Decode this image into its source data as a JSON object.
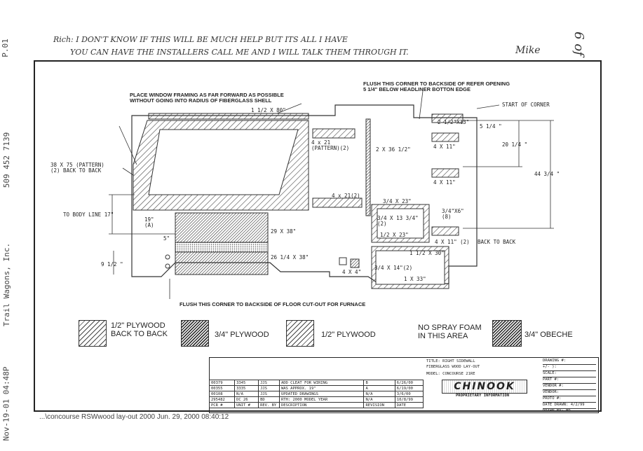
{
  "fax_header": {
    "page": "P.01",
    "phone": "509 452 7139",
    "company": "Trail Wagons, Inc.",
    "date": "Nov-19-01 04:48P"
  },
  "note": {
    "line1": "Rich: I DON'T KNOW IF THIS WILL BE MUCH HELP BUT ITS ALL I HAVE",
    "line2": "YOU CAN HAVE THE INSTALLERS CALL ME AND I WILL TALK THEM THROUGH IT.",
    "signature": "Mike",
    "page_mark": "6 of"
  },
  "drawing": {
    "callouts": {
      "window": "PLACE WINDOW FRAMING AS FAR FORWARD AS POSSIBLE\nWITHOUT GOING INTO RADIUS OF FIBERGLASS SHELL",
      "flush_top": "FLUSH THIS CORNER TO BACKSIDE OF REFER OPENING\n5 1/4\" BELOW HEADLINER BOTTON EDGE",
      "start_corner": "START OF CORNER",
      "flush_bottom": "FLUSH THIS CORNER TO BACKSIDE OF FLOOR CUT-OUT FOR FURNACE",
      "back_to_back": "BACK TO BACK",
      "pattern": "38 X 75 (PATTERN)\n(2) BACK TO BACK",
      "body_line": "TO BODY LINE  17\""
    },
    "dims": {
      "d1": "1 1/2 X 80\"",
      "d2": "4 x 21\n(PATTERN)(2)",
      "d3": "4 x 21(2)",
      "d4": "2 X 36 1/2\"",
      "d5": "3/4 X 23\"",
      "d6": "3/4 X 13 3/4\"\n(2)",
      "d7": "1/2 X 23\"",
      "d8": "3/4\"X6\"\n(8)",
      "d9": "4 X 11\" (2)",
      "d10": "1 1/2 X 30\"",
      "d11": "3/4 X 14\"(2)",
      "d12": "1 X 33\"",
      "d13": "29 X 38\"",
      "d14": "26 1/4 X 38\"",
      "d15": "2 1/2\"X13\"",
      "d16": "4 X 11\"",
      "d17": "4 X 11\"",
      "d18": "5 1/4 \"",
      "d19": "20 1/4 \"",
      "d20": "44 3/4 \"",
      "d21": "19\"\n(A)",
      "d22": "5\"",
      "d23": "9 1/2 \"",
      "d24": "4 X 4\""
    }
  },
  "legend": [
    {
      "label": "1/2\" PLYWOOD\nBACK TO BACK"
    },
    {
      "label": "3/4\" PLYWOOD"
    },
    {
      "label": "1/2\" PLYWOOD"
    },
    {
      "label": "NO SPRAY FOAM\nIN THIS AREA"
    },
    {
      "label": "3/4\" OBECHE"
    }
  ],
  "title_block": {
    "title": "TITLE: RIGHT SIDEWALL\nFIBERGLASS WOOD LAY-OUT",
    "model": "MODEL: CONCOURSE 21RE",
    "brand": "CHINOOK",
    "proprietary": "PROPRIETARY INFORMATION",
    "fields": [
      "DRAWING #:",
      "+/- ):",
      "SCALE:",
      "PART #:",
      "VENDOR #:",
      "VENDOR:",
      "PROTO #:",
      "DATE DRAWN: 4/2/99",
      "DRAWN BY: BD"
    ],
    "revisions": [
      {
        "pcr": "00379",
        "unit": "3345",
        "by": "JJS",
        "desc": "ADD CLEAT FOR WIRING",
        "rev": "B",
        "date": "6/26/00"
      },
      {
        "pcr": "00355",
        "unit": "3335",
        "by": "JJS",
        "desc": "WAS APPROX. 19\"",
        "rev": "A",
        "date": "6/19/00"
      },
      {
        "pcr": "00108",
        "unit": "N/A",
        "by": "JJS",
        "desc": "UPDATED DRAWINGS",
        "rev": "N/A",
        "date": "3/6/00"
      },
      {
        "pcr": "295482",
        "unit": "DC 26",
        "by": "BD",
        "desc": "RTH: 2000 MODEL YEAR",
        "rev": "N/A",
        "date": "10/8/99"
      }
    ],
    "headers": {
      "pcr": "PCR #",
      "unit": "UNIT #",
      "by": "REV. BY",
      "desc": "DESCRIPTION",
      "rev": "REVISION",
      "date": "DATE"
    }
  },
  "footer": "...\\concourse RSWwood lay-out 2000  Jun. 29, 2000  08:40:12"
}
